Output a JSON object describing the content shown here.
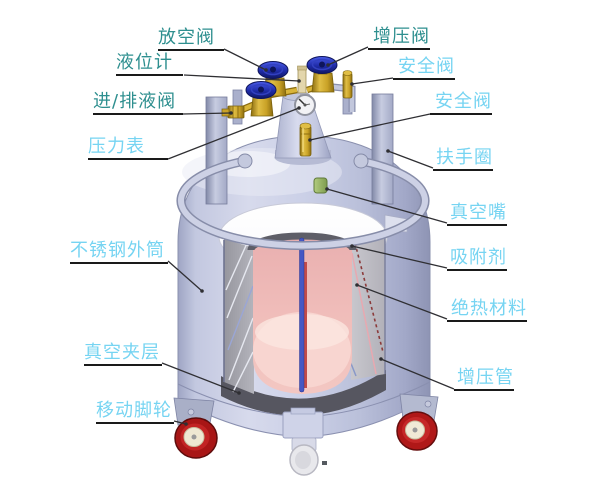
{
  "figure": {
    "type": "labeled-technical-diagram",
    "subject": "cryogenic liquid tank cutaway with part callouts",
    "background": "#ffffff"
  },
  "colors": {
    "label_teal": "#2E8F8F",
    "label_cyan": "#76D4F2",
    "underline": "#1a1a1a",
    "leader_line": "#2f2f33",
    "tank_body_lavender": "#C5CAE4",
    "valve_brass": "#C9A227",
    "handwheel_blue": "#2332C0",
    "inner_vessel_pink": "#F2C0BD",
    "insulation_gray": "#B0AFB7",
    "white_cap": "#FFFFFF",
    "vacuum_nozzle_green": "#9CB869",
    "caster_wheel_red": "#B01818",
    "caster_hub_cream": "#F0EAD6",
    "dip_tube_blue": "#4557C4",
    "boost_tube_red": "#C24A4A"
  },
  "labels": {
    "vent_valve": {
      "text": "放空阀",
      "color_group": "teal"
    },
    "level_gauge": {
      "text": "液位计",
      "color_group": "teal"
    },
    "inlet_outlet_valve": {
      "text": "进/排液阀",
      "color_group": "teal"
    },
    "pressure_gauge": {
      "text": "压力表",
      "color_group": "cyan"
    },
    "pressurizing_valve": {
      "text": "增压阀",
      "color_group": "teal"
    },
    "safety_valve_top": {
      "text": "安全阀",
      "color_group": "cyan"
    },
    "safety_valve_neck": {
      "text": "安全阀",
      "color_group": "cyan"
    },
    "handrail_ring": {
      "text": "扶手圈",
      "color_group": "cyan"
    },
    "vacuum_nozzle": {
      "text": "真空嘴",
      "color_group": "cyan"
    },
    "adsorbent": {
      "text": "吸附剂",
      "color_group": "cyan"
    },
    "thermal_insulation": {
      "text": "绝热材料",
      "color_group": "cyan"
    },
    "pressurizing_pipe": {
      "text": "增压管",
      "color_group": "cyan"
    },
    "stainless_outer_shell": {
      "text": "不锈钢外筒",
      "color_group": "cyan"
    },
    "vacuum_interlayer": {
      "text": "真空夹层",
      "color_group": "cyan"
    },
    "casters": {
      "text": "移动脚轮",
      "color_group": "cyan"
    }
  }
}
